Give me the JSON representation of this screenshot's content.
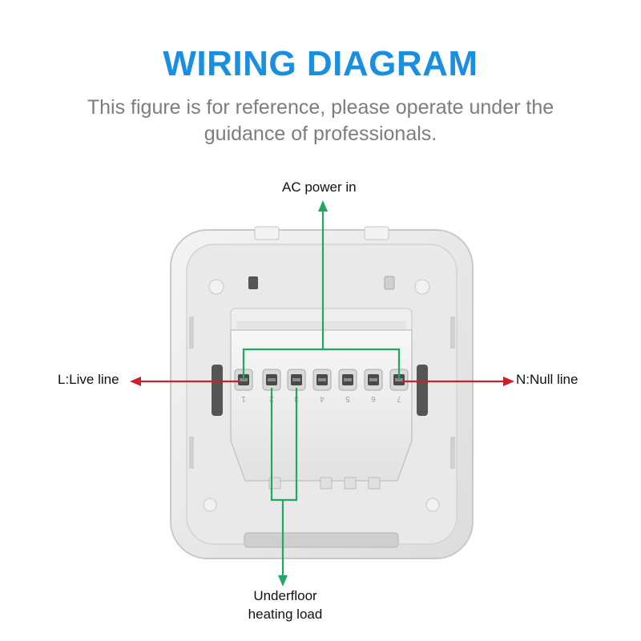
{
  "header": {
    "title": "WIRING DIAGRAM",
    "subtitle": "This figure is for reference, please operate under the guidance of professionals."
  },
  "labels": {
    "ac_power": "AC power in",
    "live": "L:Live line",
    "null": "N:Null line",
    "load": "Underfloor heating load"
  },
  "terminals": [
    "1",
    "2",
    "3",
    "4",
    "5",
    "6",
    "7"
  ],
  "colors": {
    "title": "#1a8fe0",
    "subtitle": "#7d7d7d",
    "green_wire": "#1fa860",
    "red_wire": "#c8222c",
    "device_body": "#ececec"
  }
}
